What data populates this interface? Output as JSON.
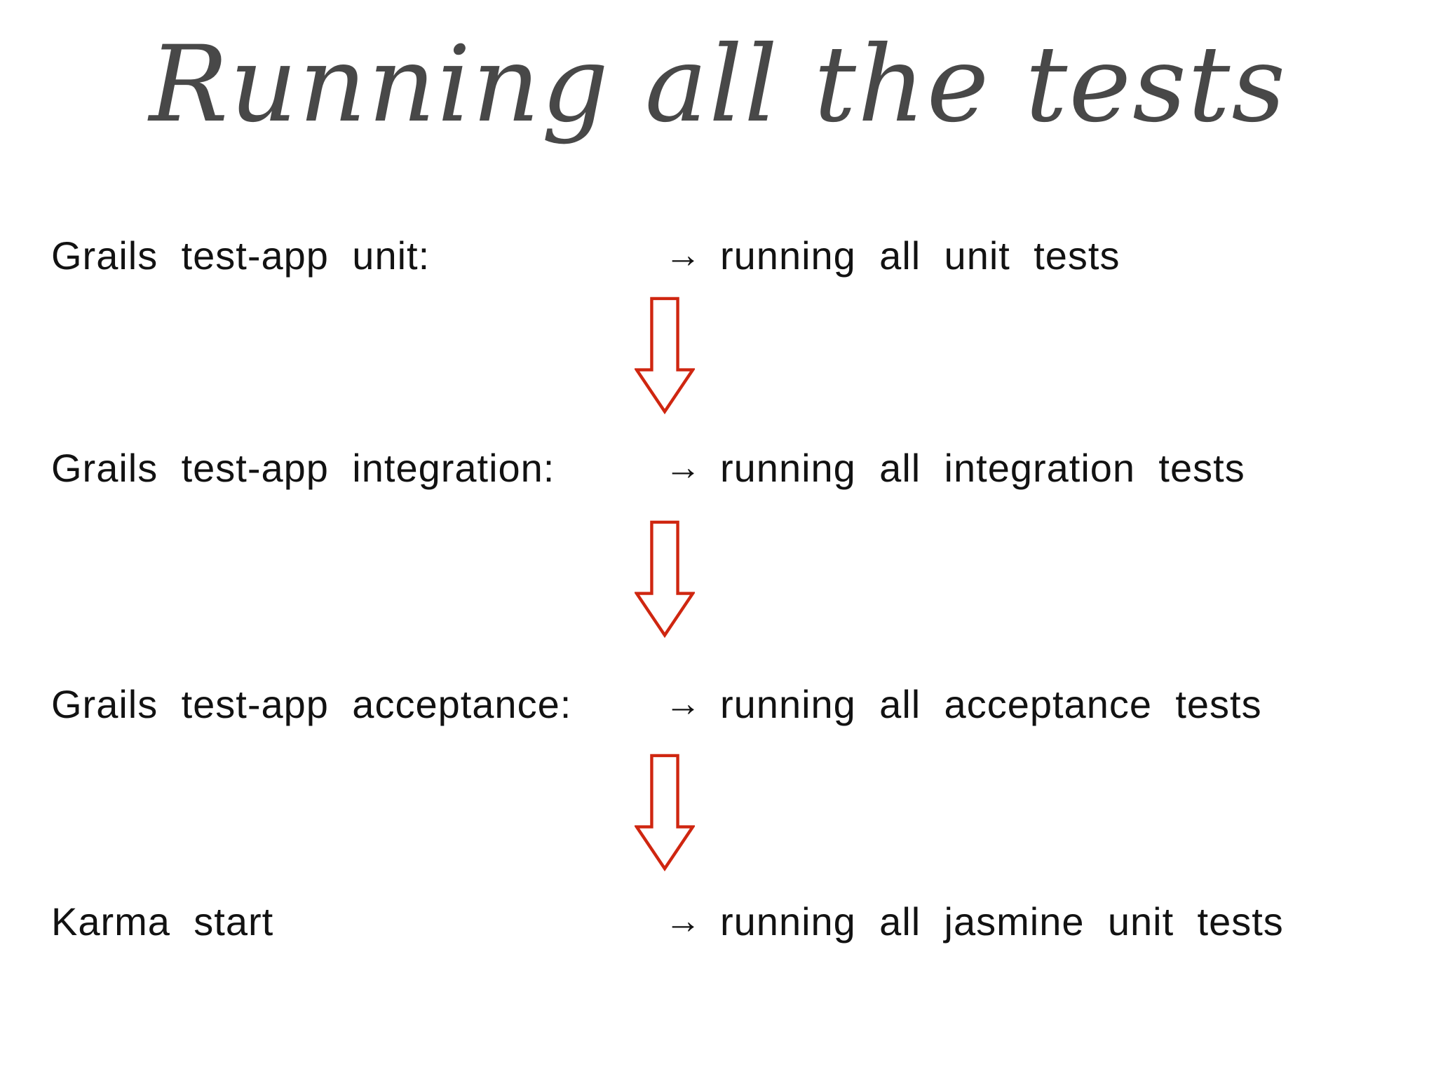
{
  "page": {
    "background": "#ffffff",
    "title_color": "#484848",
    "text_color": "#121212",
    "arrow_color": "#cf2610"
  },
  "title": "Running all the tests",
  "glyphs": {
    "right_arrow": "→",
    "down_arrow_icon": "red-outlined-down-arrow"
  },
  "rows": [
    {
      "left": "Grails test-app unit:",
      "right": "running all unit tests"
    },
    {
      "left": "Grails test-app integration:",
      "right": "running all integration tests"
    },
    {
      "left": "Grails test-app acceptance:",
      "right": "running all acceptance tests"
    },
    {
      "left": "Karma start",
      "right": "running all jasmine unit tests"
    }
  ]
}
